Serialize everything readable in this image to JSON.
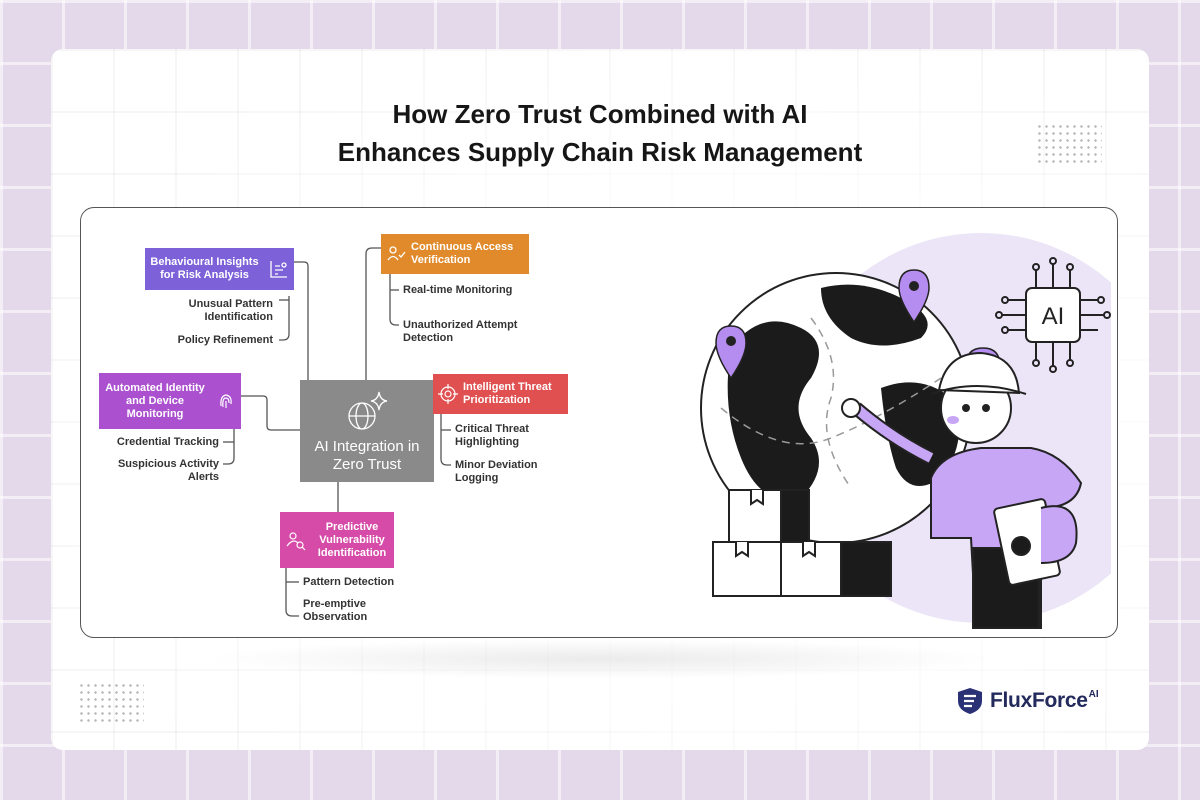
{
  "title": {
    "line1": "How Zero Trust Combined with AI",
    "line2": "Enhances Supply Chain Risk Management"
  },
  "diagram": {
    "hub": {
      "label": "AI Integration in Zero Trust",
      "icon": "globe-sparkle-icon"
    },
    "branches": [
      {
        "label": "Behavioural Insights for Risk Analysis",
        "color": "#7c61d8",
        "icon": "chart-list-icon",
        "items": [
          "Unusual Pattern Identification",
          "Policy Refinement"
        ]
      },
      {
        "label": "Continuous Access Verification",
        "color": "#e08a2b",
        "icon": "user-check-icon",
        "items": [
          "Real-time Monitoring",
          "Unauthorized Attempt Detection"
        ]
      },
      {
        "label": "Automated Identity and Device Monitoring",
        "color": "#ab50cf",
        "icon": "fingerprint-icon",
        "items": [
          "Credential Tracking",
          "Suspicious Activity Alerts"
        ]
      },
      {
        "label": "Intelligent Threat Prioritization",
        "color": "#e05050",
        "icon": "target-icon",
        "items": [
          "Critical Threat Highlighting",
          "Minor Deviation Logging"
        ]
      },
      {
        "label": "Predictive Vulnerability Identification",
        "color": "#d64aa8",
        "icon": "user-search-icon",
        "items": [
          "Pattern Detection",
          "Pre-emptive Observation"
        ]
      }
    ]
  },
  "illustration": {
    "chip_label": "AI"
  },
  "brand": {
    "name": "FluxForce",
    "suffix": "AI",
    "accent": "#2a3275"
  }
}
